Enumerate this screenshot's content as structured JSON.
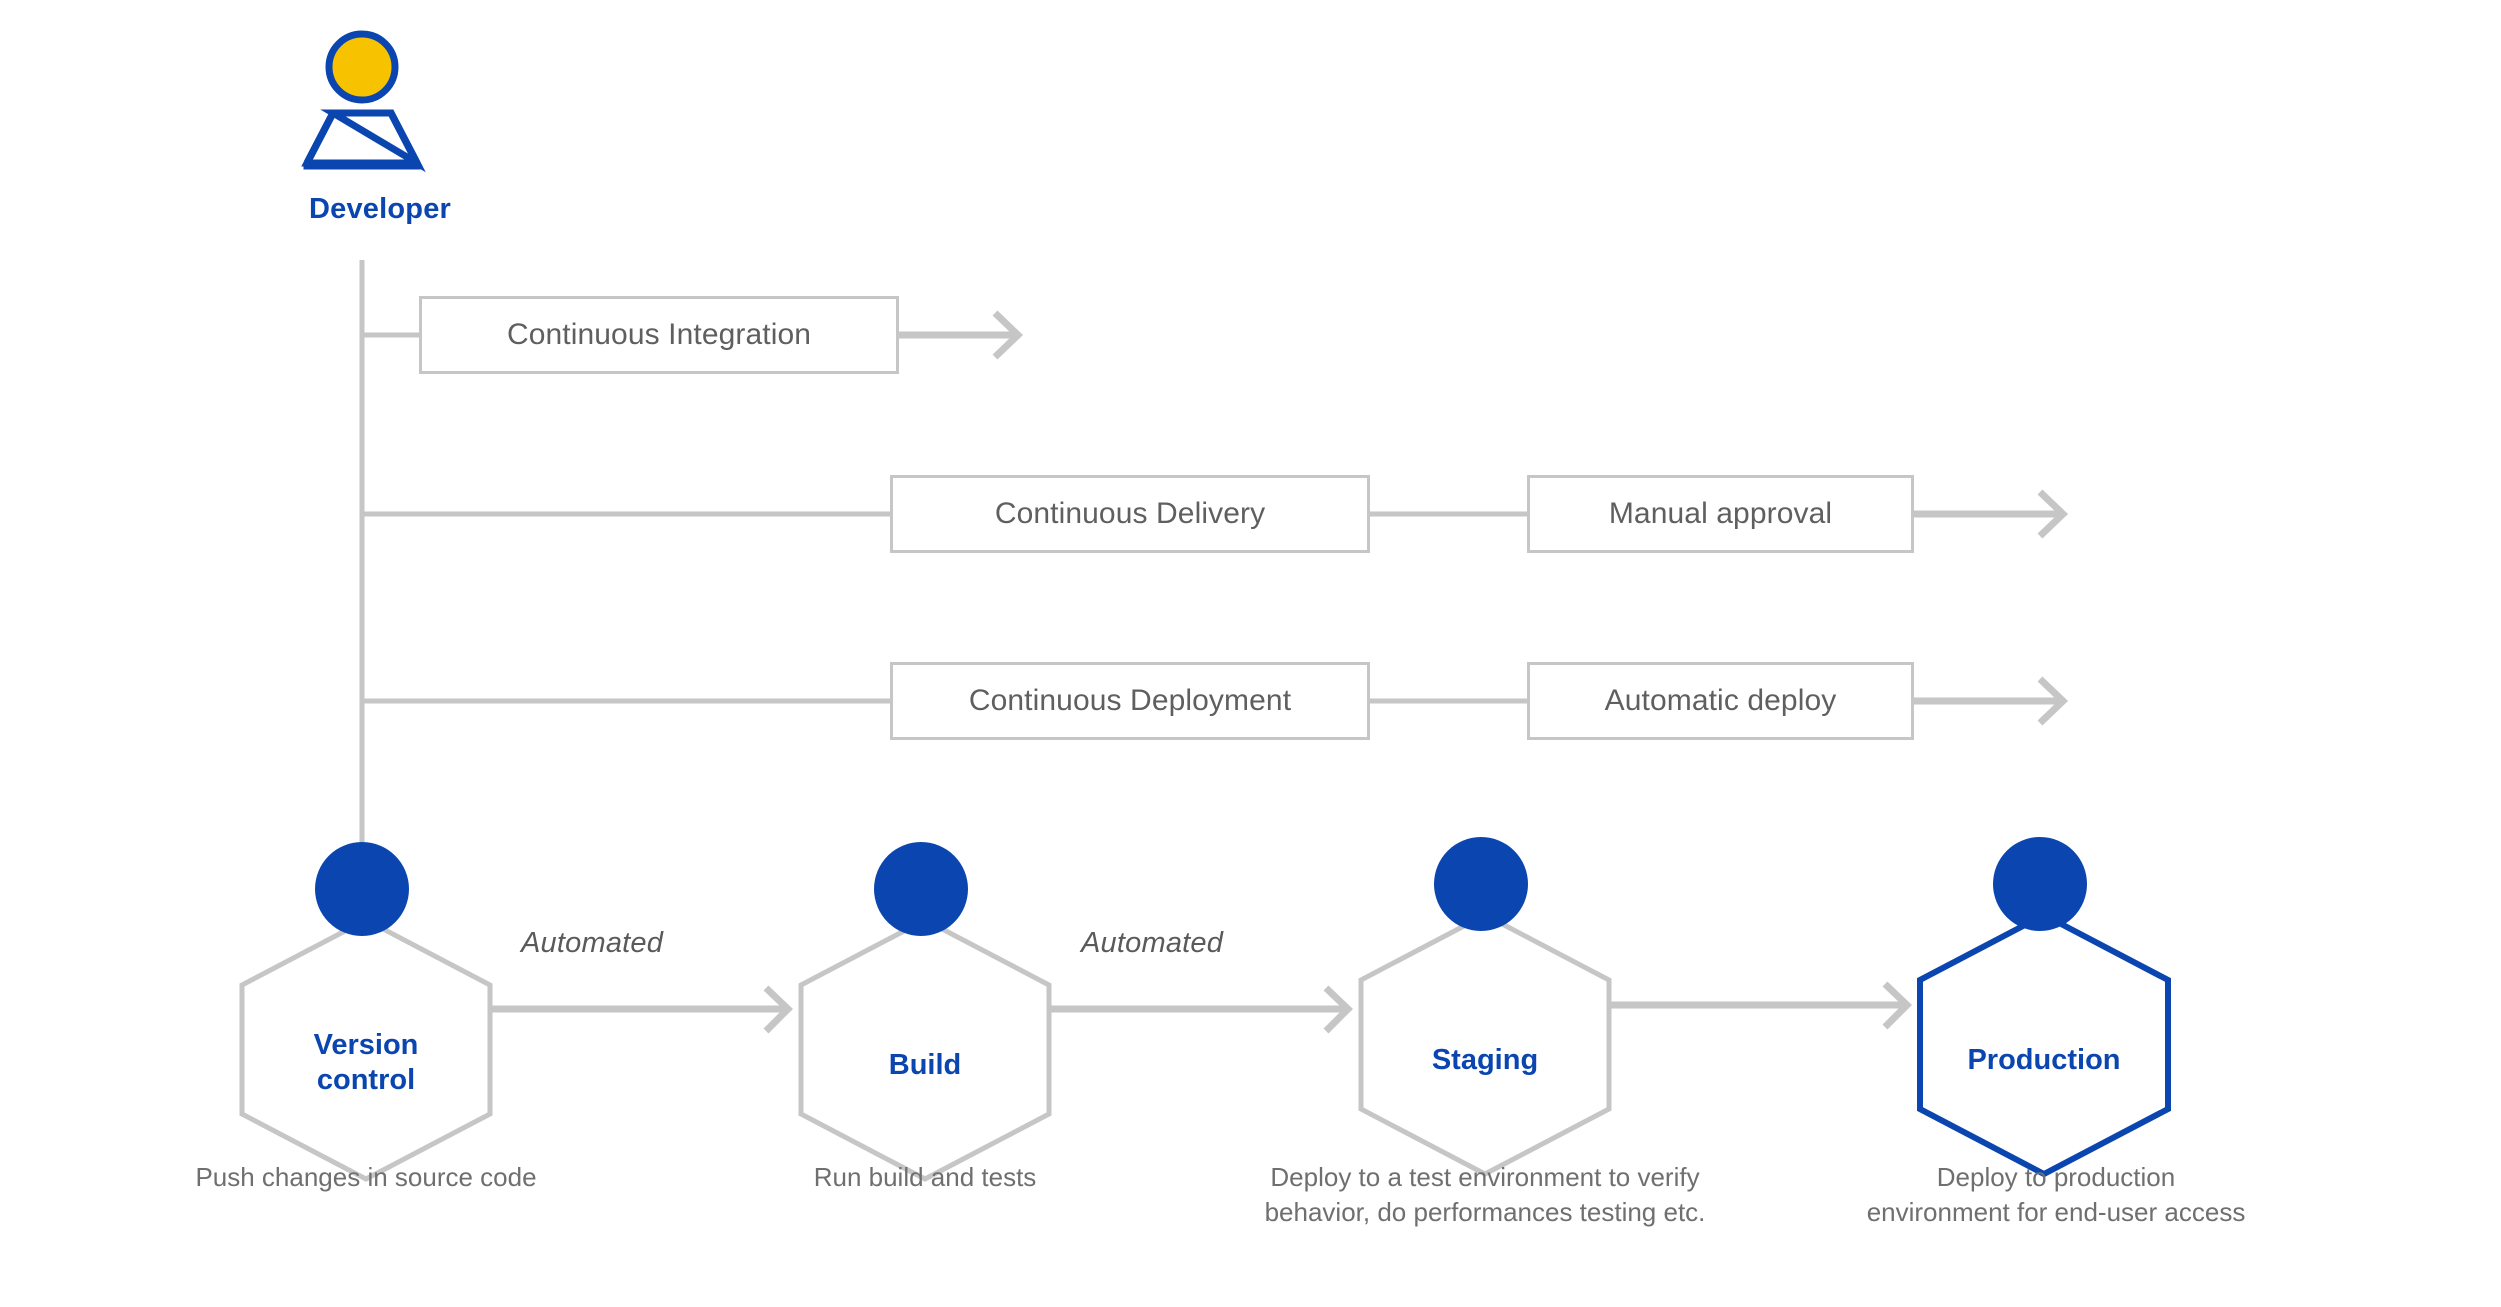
{
  "diagram": {
    "title": "CI/CD pipeline stages",
    "colors": {
      "brand_blue": "#0B46B0",
      "accent_yellow": "#F7C200",
      "line_gray": "#c6c6c6",
      "text_gray": "#5f5f5f",
      "caption_gray": "#6f6f6f",
      "background": "#ffffff"
    }
  },
  "actor": {
    "label": "Developer",
    "icon": "person-icon"
  },
  "practice_boxes": [
    {
      "id": "ci",
      "label": "Continuous Integration"
    },
    {
      "id": "cd",
      "label": "Continuous Delivery"
    },
    {
      "id": "approve",
      "label": "Manual approval"
    },
    {
      "id": "cdep",
      "label": "Continuous Deployment"
    },
    {
      "id": "autodep",
      "label": "Automatic deploy"
    }
  ],
  "stages": [
    {
      "id": "version",
      "title_line1": "Version",
      "title_line2": "control",
      "caption": "Push changes in source code",
      "icon": "branch-commits-icon"
    },
    {
      "id": "build",
      "title_line1": "Build",
      "title_line2": "",
      "caption": "Run build and tests",
      "icon": "tools-icon"
    },
    {
      "id": "staging",
      "title_line1": "Staging",
      "title_line2": "",
      "caption": "Deploy to a test environment to verify behavior, do performances testing etc.",
      "icon": "architecture-boxes-icon"
    },
    {
      "id": "production",
      "title_line1": "Production",
      "title_line2": "",
      "caption": "Deploy to production environment for end-user access",
      "icon": "deploy-cycle-icon"
    }
  ],
  "connectors": [
    {
      "id": "version-to-build",
      "label": "Automated"
    },
    {
      "id": "build-to-staging",
      "label": "Automated"
    }
  ]
}
